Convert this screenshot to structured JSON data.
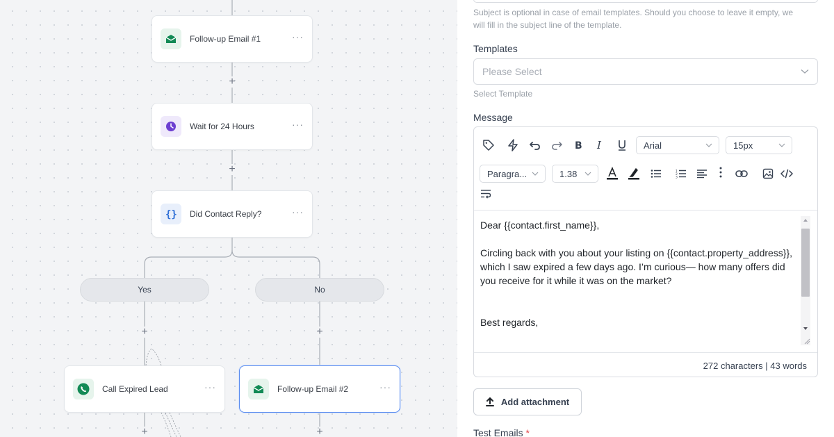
{
  "canvas": {
    "nodes": [
      {
        "id": "followup1",
        "label": "Follow-up Email #1",
        "icon": "email-icon",
        "color": "#128a55"
      },
      {
        "id": "wait24",
        "label": "Wait for 24 Hours",
        "icon": "clock-icon",
        "color": "#6d3fd1"
      },
      {
        "id": "didreply",
        "label": "Did Contact Reply?",
        "icon": "braces-icon",
        "color": "#2f6fd6"
      },
      {
        "id": "callexpired",
        "label": "Call Expired Lead",
        "icon": "phone-icon",
        "color": "#128a55"
      },
      {
        "id": "followup2",
        "label": "Follow-up Email #2",
        "icon": "email-icon",
        "color": "#128a55"
      }
    ],
    "branches": {
      "yes": "Yes",
      "no": "No"
    },
    "menu_glyph": "···",
    "plus_glyph": "+"
  },
  "panel": {
    "subject_help_line1": "Subject is optional in case of email templates. Should you choose to leave it empty, we",
    "subject_help_line2": "will fill in the subject line of the template.",
    "templates_label": "Templates",
    "templates_placeholder": "Please Select",
    "templates_help": "Select Template",
    "message_label": "Message",
    "toolbar": {
      "font_family": "Arial",
      "font_size": "15px",
      "paragraph": "Paragra...",
      "line_height": "1.38"
    },
    "message": {
      "line1": "Dear {{contact.first_name}},",
      "paragraph2": "Circling back with you about your listing on {{contact.property_address}}, which I saw expired a few days ago. I’m curious— how many offers did you receive for it while it was on the market?",
      "closing": "Best regards,"
    },
    "counter": "272 characters | 43 words",
    "attachment_label": "Add attachment",
    "test_emails_label": "Test Emails",
    "required_mark": "*"
  }
}
